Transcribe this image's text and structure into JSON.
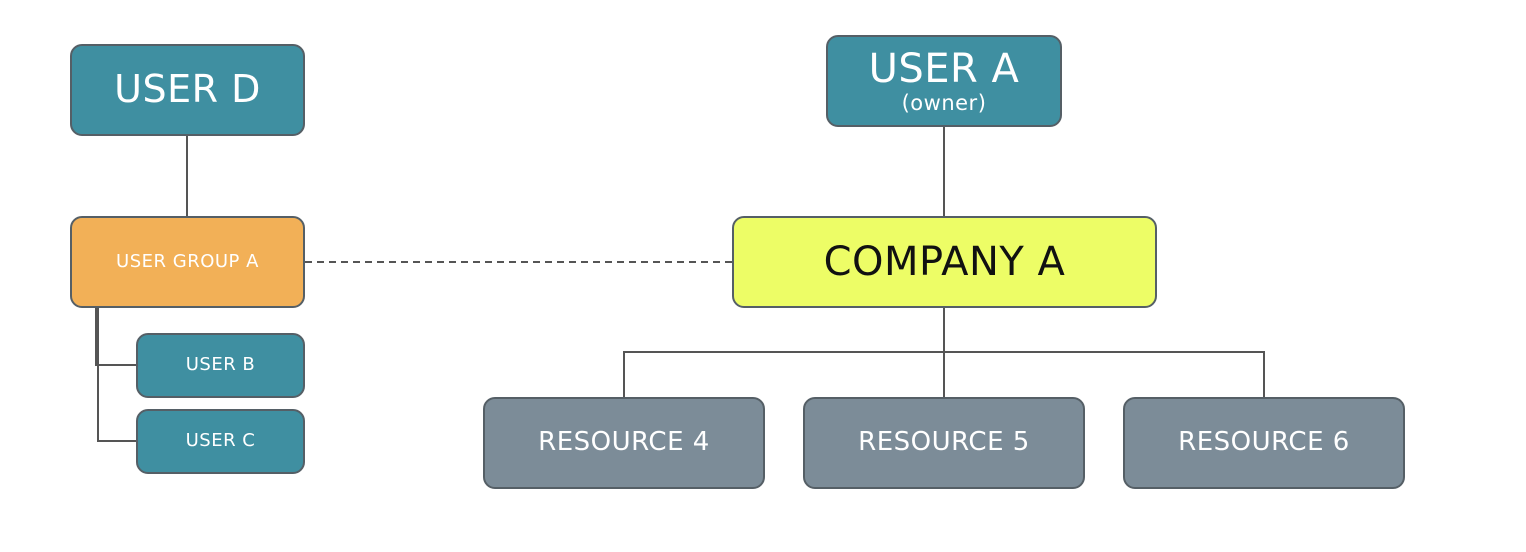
{
  "nodes": {
    "user_d": {
      "label": "USER D"
    },
    "user_a": {
      "label": "USER A",
      "role": "(owner)"
    },
    "user_group_a": {
      "label": "USER GROUP A"
    },
    "company_a": {
      "label": "COMPANY A"
    },
    "user_b": {
      "label": "USER B"
    },
    "user_c": {
      "label": "USER C"
    },
    "resource_4": {
      "label": "RESOURCE 4"
    },
    "resource_5": {
      "label": "RESOURCE 5"
    },
    "resource_6": {
      "label": "RESOURCE 6"
    }
  },
  "colors": {
    "user": "#3f8fa1",
    "group": "#f2b057",
    "company": "#edfd66",
    "resource": "#7c8c98",
    "border": "#555f66",
    "connector": "#555555"
  },
  "edges": [
    {
      "from": "user_d",
      "to": "user_group_a",
      "style": "solid"
    },
    {
      "from": "user_group_a",
      "to": "user_b",
      "style": "solid"
    },
    {
      "from": "user_group_a",
      "to": "user_c",
      "style": "solid"
    },
    {
      "from": "user_group_a",
      "to": "company_a",
      "style": "dashed"
    },
    {
      "from": "user_a",
      "to": "company_a",
      "style": "solid"
    },
    {
      "from": "company_a",
      "to": "resource_4",
      "style": "solid"
    },
    {
      "from": "company_a",
      "to": "resource_5",
      "style": "solid"
    },
    {
      "from": "company_a",
      "to": "resource_6",
      "style": "solid"
    }
  ]
}
